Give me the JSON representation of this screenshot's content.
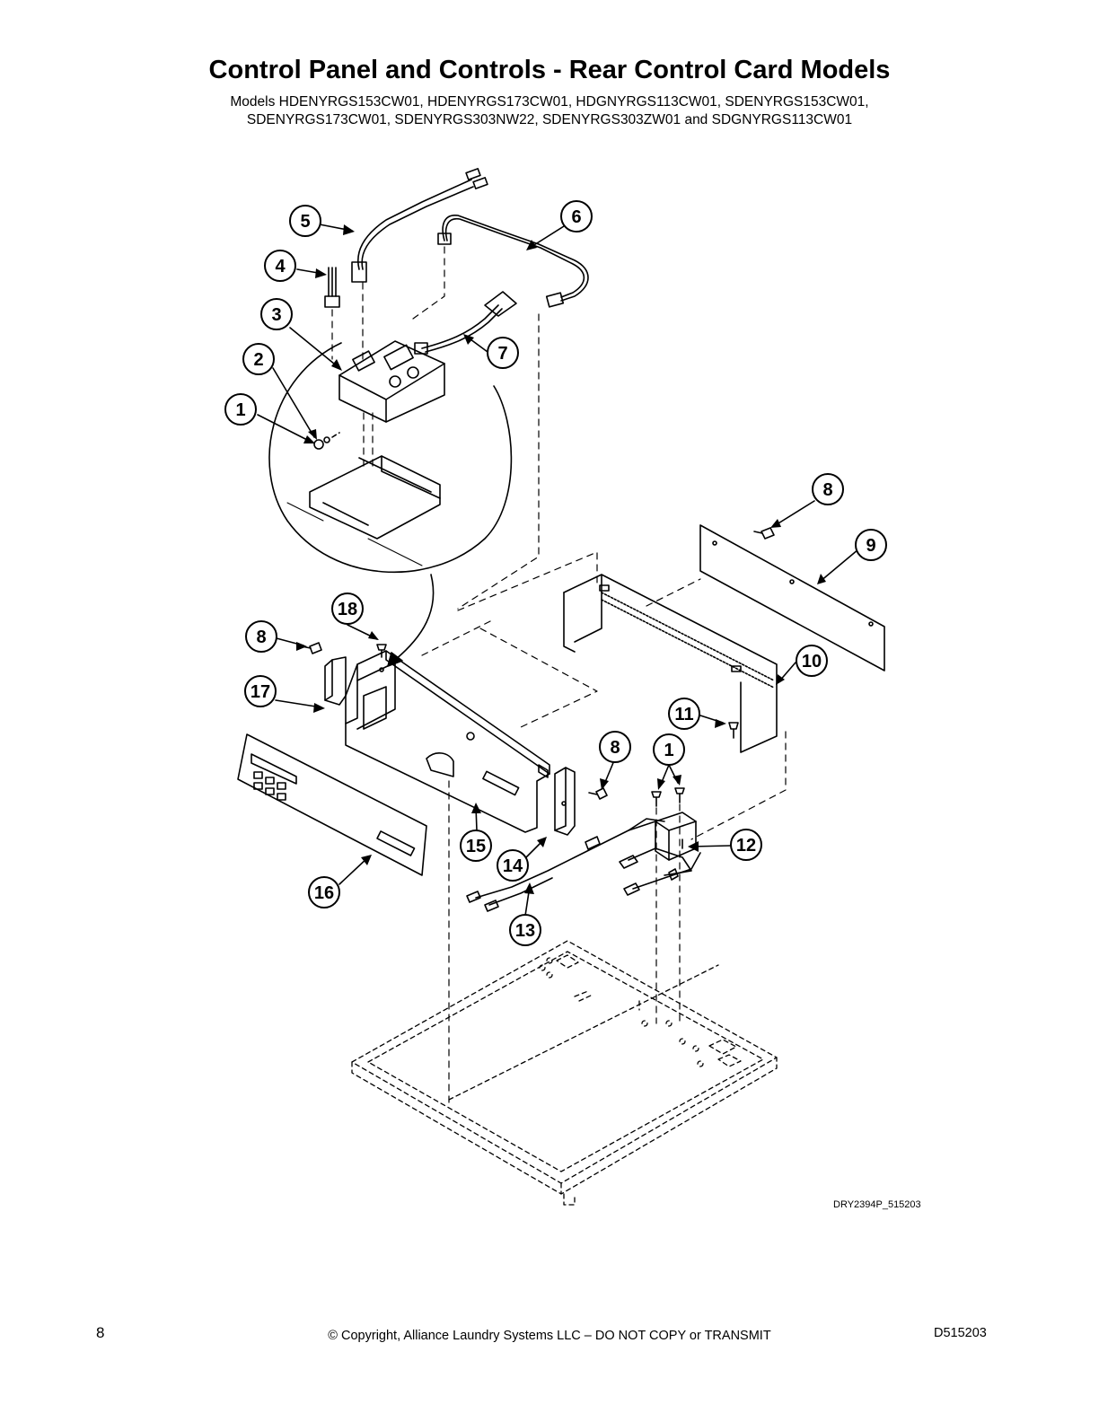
{
  "header": {
    "title": "Control Panel and Controls - Rear Control Card Models",
    "models_line1": "Models HDENYRGS153CW01, HDENYRGS173CW01, HDGNYRGS113CW01, SDENYRGS153CW01,",
    "models_line2": "SDENYRGS173CW01, SDENYRGS303NW22, SDENYRGS303ZW01 and SDGNYRGS113CW01"
  },
  "diagram": {
    "callouts": [
      "5",
      "6",
      "4",
      "3",
      "7",
      "2",
      "1",
      "8",
      "9",
      "18",
      "8",
      "10",
      "17",
      "11",
      "8",
      "1",
      "12",
      "15",
      "14",
      "16",
      "13"
    ],
    "drawing_code": "DRY2394P_515203"
  },
  "footer": {
    "page_number": "8",
    "copyright": "© Copyright, Alliance Laundry Systems LLC – DO NOT COPY or TRANSMIT",
    "doc_number": "D515203"
  }
}
